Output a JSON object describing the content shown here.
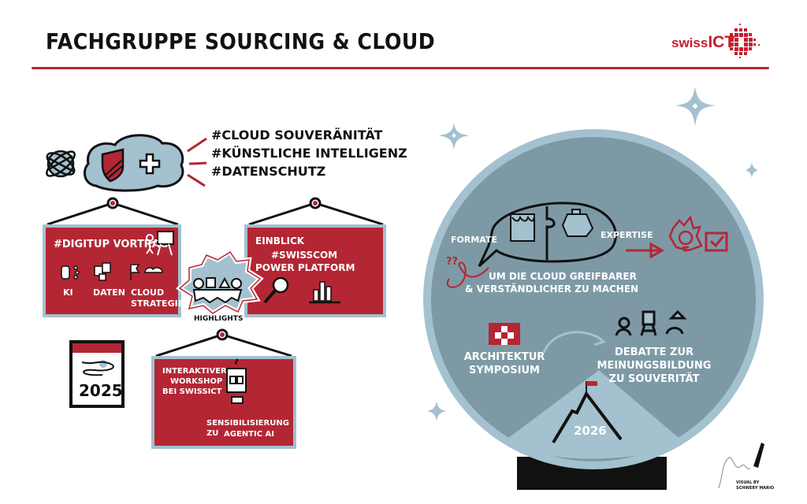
{
  "header": {
    "title": "FACHGRUPPE SOURCING & CLOUD",
    "logo": {
      "prefix": "swiss",
      "suffix": "ICT"
    }
  },
  "colors": {
    "red": "#b42634",
    "light_blue": "#a3c1cf",
    "globe_blue": "#7e99a6",
    "black": "#111111"
  },
  "intro": {
    "icons": [
      "tangled-globe-icon",
      "cloud-icon",
      "shield-icon",
      "swiss-cross-icon"
    ],
    "hashtags": [
      "#CLOUD SOUVERÄNITÄT",
      "#KÜNSTLICHE INTELLIGENZ",
      "#DATENSCHUTZ"
    ]
  },
  "year_2025": {
    "calendar_label": "2025",
    "panels": [
      {
        "title": "#DIGITUP VORTRAG",
        "items": [
          "KI",
          "DATEN",
          "CLOUD STRATEGIE"
        ]
      },
      {
        "title": "EINBLICK",
        "subtitle_line1": "#SWISSCOM",
        "subtitle_line2": "POWER PLATFORM"
      },
      {
        "title_line1": "INTERAKTIVER",
        "title_line2": "WORKSHOP",
        "title_line3": "BEI SWISSICT",
        "note_line1": "SENSIBILISIERUNG ZU",
        "note_line2": "AGENTIC AI"
      }
    ],
    "highlights_label": "HIGHLIGHTS"
  },
  "year_2026": {
    "formate": "FORMATE",
    "expertise": "EXPERTISE",
    "goal_line1": "UM DIE CLOUD GREIFBARER",
    "goal_line2": "& VERSTÄNDLICHER ZU MACHEN",
    "symposium_line1": "ARCHITEKTUR",
    "symposium_line2": "SYMPOSIUM",
    "debate_line1": "DEBATTE ZUR",
    "debate_line2": "MEINUNGSBILDUNG",
    "debate_line3": "ZU SOUVERITÄT",
    "year_label": "2026",
    "question_marks": "??"
  },
  "credit": {
    "line1": "VISUAL BY",
    "line2": "SCHWERY MARIO"
  }
}
